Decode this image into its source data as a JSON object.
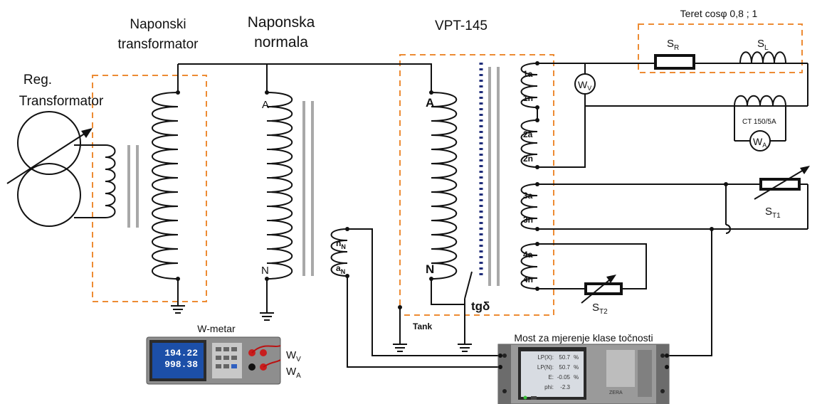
{
  "labels": {
    "naponski_transformator": [
      "Naponski",
      "transformator"
    ],
    "naponska_normala": [
      "Naponska",
      "normala"
    ],
    "vpt": "VPT-145",
    "teret": "Teret cosφ  0,8  ;  1",
    "reg_transformator": [
      "Reg.",
      "Transformator"
    ],
    "prim_A": "A",
    "prim_N": "N",
    "vpt_A": "A",
    "vpt_N": "N",
    "tank": "Tank",
    "tgd": "tgδ",
    "ct": "CT 150/5A",
    "sec": [
      "1a",
      "1n",
      "2a",
      "2n",
      "3a",
      "3n",
      "4a",
      "4n"
    ],
    "n_main": "n",
    "n_sub": "N",
    "a_main": "a",
    "a_sub": "N",
    "wmetar": "W-metar",
    "wv_main": "W",
    "wv_sub": "V",
    "wa_main": "W",
    "wa_sub": "A",
    "most": "Most za mjerenje klase točnosti",
    "sr_main": "S",
    "sr_sub": "R",
    "sl_main": "S",
    "sl_sub": "L",
    "st1_main": "S",
    "st1_sub": "T1",
    "st2_main": "S",
    "st2_sub": "T2",
    "meter_wv_main": "W",
    "meter_wv_sub": "V",
    "meter_wa_main": "W",
    "meter_wa_sub": "A"
  },
  "wmetar_display": {
    "val1": "194.22",
    "val2": "998.38"
  },
  "bridge_display": {
    "rows": [
      {
        "name": "LP(X):",
        "value": "50.7",
        "unit": "%"
      },
      {
        "name": "LP(N):",
        "value": "50.7",
        "unit": "%"
      },
      {
        "name": "E:",
        "value": "-0.05",
        "unit": "%"
      },
      {
        "name": "phi:",
        "value": "-2.3",
        "unit": ""
      }
    ]
  },
  "colors": {
    "dashed_box": "#ED8B33",
    "core": "#A8A8A8",
    "tg_dots": "#1F2D7A",
    "screen_blue": "#1C4FA8"
  }
}
